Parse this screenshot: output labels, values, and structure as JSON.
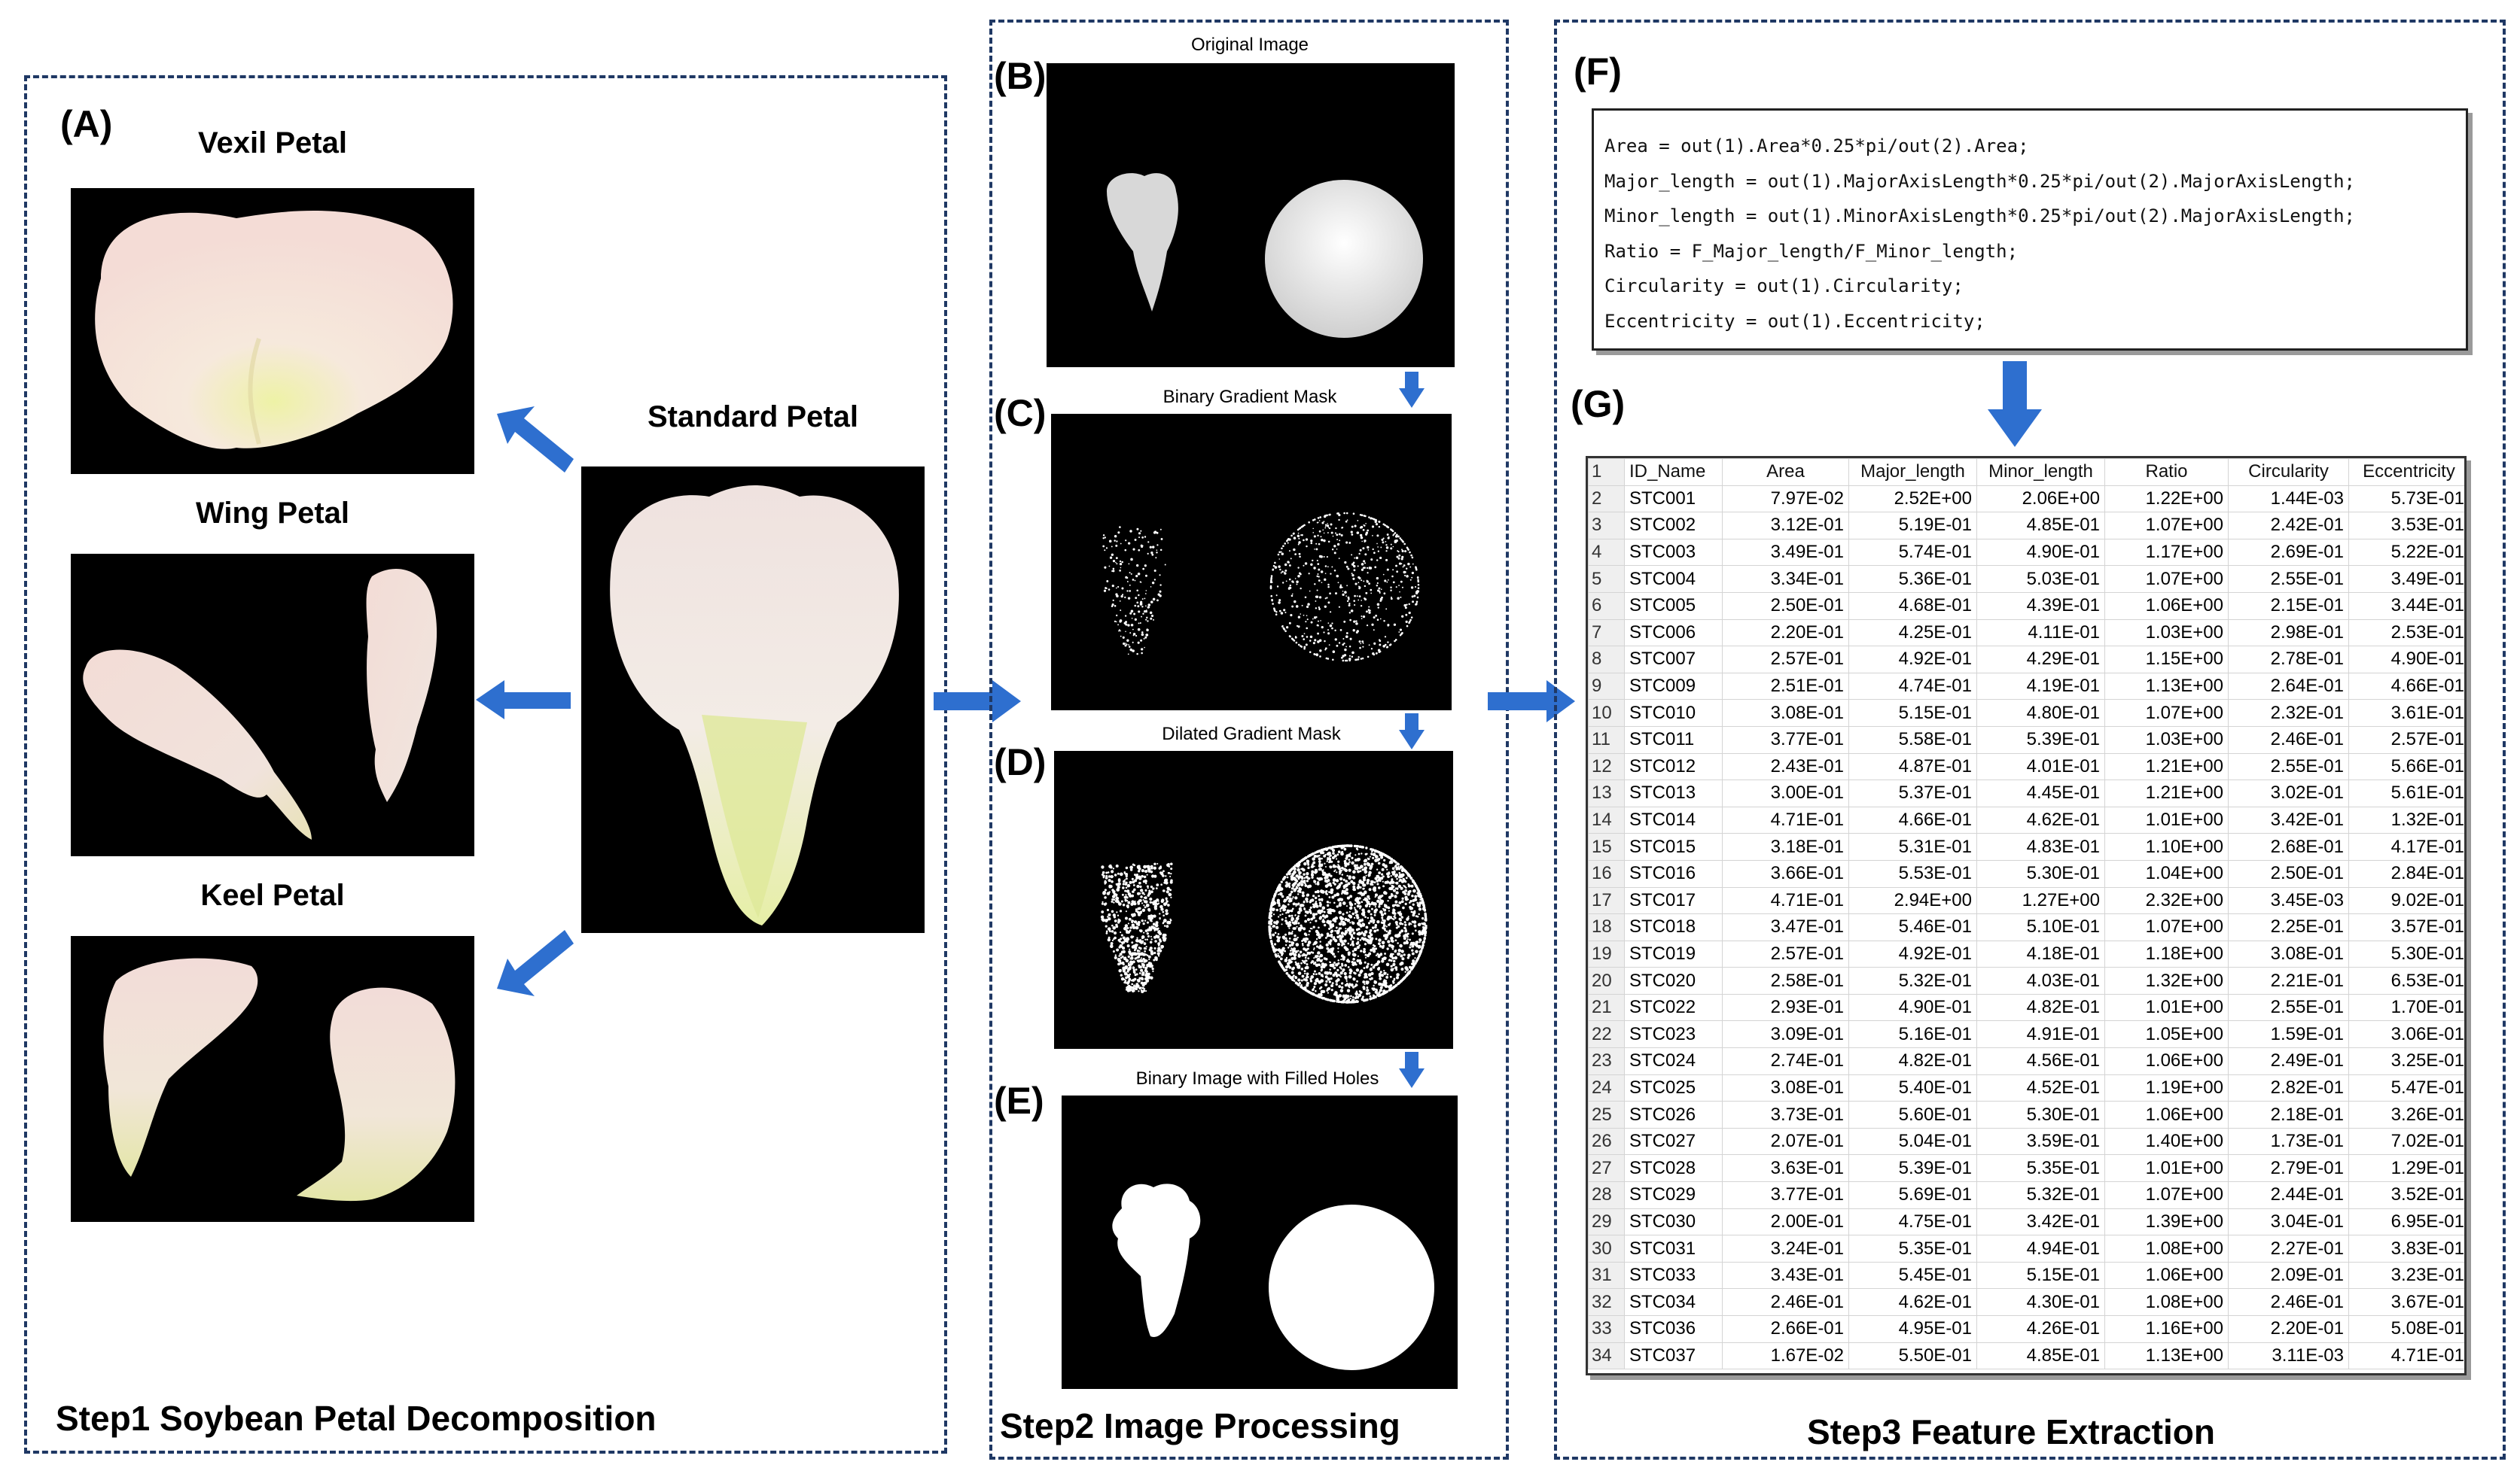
{
  "panels": {
    "step1": {
      "letter": "(A)",
      "title": "Step1 Soybean Petal Decomposition",
      "vexil": "Vexil Petal",
      "wing": "Wing Petal",
      "keel": "Keel Petal",
      "standard": "Standard Petal"
    },
    "step2": {
      "title": "Step2 Image Processing",
      "b": {
        "letter": "(B)",
        "caption": "Original Image"
      },
      "c": {
        "letter": "(C)",
        "caption": "Binary Gradient Mask"
      },
      "d": {
        "letter": "(D)",
        "caption": "Dilated Gradient Mask"
      },
      "e": {
        "letter": "(E)",
        "caption": "Binary Image with Filled Holes"
      }
    },
    "step3": {
      "title": "Step3 Feature Extraction",
      "f": {
        "letter": "(F)"
      },
      "g": {
        "letter": "(G)"
      },
      "code": [
        "Area = out(1).Area*0.25*pi/out(2).Area;",
        "Major_length = out(1).MajorAxisLength*0.25*pi/out(2).MajorAxisLength;",
        "Minor_length = out(1).MinorAxisLength*0.25*pi/out(2).MajorAxisLength;",
        "Ratio = F_Major_length/F_Minor_length;",
        "Circularity = out(1).Circularity;",
        "Eccentricity = out(1).Eccentricity;"
      ]
    }
  },
  "colors": {
    "arrow": "#2e6fcf",
    "border": "#1f3864"
  },
  "table": {
    "header_row_number": "1",
    "columns": [
      "ID_Name",
      "Area",
      "Major_length",
      "Minor_length",
      "Ratio",
      "Circularity",
      "Eccentricity"
    ],
    "rows": [
      [
        "2",
        "STC001",
        "7.97E-02",
        "2.52E+00",
        "2.06E+00",
        "1.22E+00",
        "1.44E-03",
        "5.73E-01"
      ],
      [
        "3",
        "STC002",
        "3.12E-01",
        "5.19E-01",
        "4.85E-01",
        "1.07E+00",
        "2.42E-01",
        "3.53E-01"
      ],
      [
        "4",
        "STC003",
        "3.49E-01",
        "5.74E-01",
        "4.90E-01",
        "1.17E+00",
        "2.69E-01",
        "5.22E-01"
      ],
      [
        "5",
        "STC004",
        "3.34E-01",
        "5.36E-01",
        "5.03E-01",
        "1.07E+00",
        "2.55E-01",
        "3.49E-01"
      ],
      [
        "6",
        "STC005",
        "2.50E-01",
        "4.68E-01",
        "4.39E-01",
        "1.06E+00",
        "2.15E-01",
        "3.44E-01"
      ],
      [
        "7",
        "STC006",
        "2.20E-01",
        "4.25E-01",
        "4.11E-01",
        "1.03E+00",
        "2.98E-01",
        "2.53E-01"
      ],
      [
        "8",
        "STC007",
        "2.57E-01",
        "4.92E-01",
        "4.29E-01",
        "1.15E+00",
        "2.78E-01",
        "4.90E-01"
      ],
      [
        "9",
        "STC009",
        "2.51E-01",
        "4.74E-01",
        "4.19E-01",
        "1.13E+00",
        "2.64E-01",
        "4.66E-01"
      ],
      [
        "10",
        "STC010",
        "3.08E-01",
        "5.15E-01",
        "4.80E-01",
        "1.07E+00",
        "2.32E-01",
        "3.61E-01"
      ],
      [
        "11",
        "STC011",
        "3.77E-01",
        "5.58E-01",
        "5.39E-01",
        "1.03E+00",
        "2.46E-01",
        "2.57E-01"
      ],
      [
        "12",
        "STC012",
        "2.43E-01",
        "4.87E-01",
        "4.01E-01",
        "1.21E+00",
        "2.55E-01",
        "5.66E-01"
      ],
      [
        "13",
        "STC013",
        "3.00E-01",
        "5.37E-01",
        "4.45E-01",
        "1.21E+00",
        "3.02E-01",
        "5.61E-01"
      ],
      [
        "14",
        "STC014",
        "4.71E-01",
        "4.66E-01",
        "4.62E-01",
        "1.01E+00",
        "3.42E-01",
        "1.32E-01"
      ],
      [
        "15",
        "STC015",
        "3.18E-01",
        "5.31E-01",
        "4.83E-01",
        "1.10E+00",
        "2.68E-01",
        "4.17E-01"
      ],
      [
        "16",
        "STC016",
        "3.66E-01",
        "5.53E-01",
        "5.30E-01",
        "1.04E+00",
        "2.50E-01",
        "2.84E-01"
      ],
      [
        "17",
        "STC017",
        "4.71E-01",
        "2.94E+00",
        "1.27E+00",
        "2.32E+00",
        "3.45E-03",
        "9.02E-01"
      ],
      [
        "18",
        "STC018",
        "3.47E-01",
        "5.46E-01",
        "5.10E-01",
        "1.07E+00",
        "2.25E-01",
        "3.57E-01"
      ],
      [
        "19",
        "STC019",
        "2.57E-01",
        "4.92E-01",
        "4.18E-01",
        "1.18E+00",
        "3.08E-01",
        "5.30E-01"
      ],
      [
        "20",
        "STC020",
        "2.58E-01",
        "5.32E-01",
        "4.03E-01",
        "1.32E+00",
        "2.21E-01",
        "6.53E-01"
      ],
      [
        "21",
        "STC022",
        "2.93E-01",
        "4.90E-01",
        "4.82E-01",
        "1.01E+00",
        "2.55E-01",
        "1.70E-01"
      ],
      [
        "22",
        "STC023",
        "3.09E-01",
        "5.16E-01",
        "4.91E-01",
        "1.05E+00",
        "1.59E-01",
        "3.06E-01"
      ],
      [
        "23",
        "STC024",
        "2.74E-01",
        "4.82E-01",
        "4.56E-01",
        "1.06E+00",
        "2.49E-01",
        "3.25E-01"
      ],
      [
        "24",
        "STC025",
        "3.08E-01",
        "5.40E-01",
        "4.52E-01",
        "1.19E+00",
        "2.82E-01",
        "5.47E-01"
      ],
      [
        "25",
        "STC026",
        "3.73E-01",
        "5.60E-01",
        "5.30E-01",
        "1.06E+00",
        "2.18E-01",
        "3.26E-01"
      ],
      [
        "26",
        "STC027",
        "2.07E-01",
        "5.04E-01",
        "3.59E-01",
        "1.40E+00",
        "1.73E-01",
        "7.02E-01"
      ],
      [
        "27",
        "STC028",
        "3.63E-01",
        "5.39E-01",
        "5.35E-01",
        "1.01E+00",
        "2.79E-01",
        "1.29E-01"
      ],
      [
        "28",
        "STC029",
        "3.77E-01",
        "5.69E-01",
        "5.32E-01",
        "1.07E+00",
        "2.44E-01",
        "3.52E-01"
      ],
      [
        "29",
        "STC030",
        "2.00E-01",
        "4.75E-01",
        "3.42E-01",
        "1.39E+00",
        "3.04E-01",
        "6.95E-01"
      ],
      [
        "30",
        "STC031",
        "3.24E-01",
        "5.35E-01",
        "4.94E-01",
        "1.08E+00",
        "2.27E-01",
        "3.83E-01"
      ],
      [
        "31",
        "STC033",
        "3.43E-01",
        "5.45E-01",
        "5.15E-01",
        "1.06E+00",
        "2.09E-01",
        "3.23E-01"
      ],
      [
        "32",
        "STC034",
        "2.46E-01",
        "4.62E-01",
        "4.30E-01",
        "1.08E+00",
        "2.46E-01",
        "3.67E-01"
      ],
      [
        "33",
        "STC036",
        "2.66E-01",
        "4.95E-01",
        "4.26E-01",
        "1.16E+00",
        "2.20E-01",
        "5.08E-01"
      ],
      [
        "34",
        "STC037",
        "1.67E-02",
        "5.50E-01",
        "4.85E-01",
        "1.13E+00",
        "3.11E-03",
        "4.71E-01"
      ]
    ]
  }
}
